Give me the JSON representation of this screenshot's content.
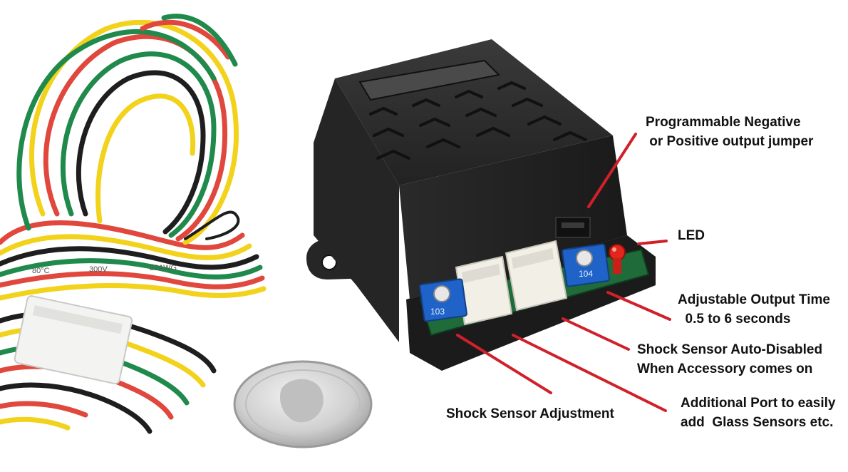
{
  "callouts": {
    "jumper": "Programmable Negative\n or Positive output jumper",
    "led": "LED",
    "output_time": "Adjustable Output Time\n  0.5 to 6 seconds",
    "shock_disabled": "Shock Sensor Auto-Disabled\nWhen Accessory comes on",
    "shock_adjust": "Shock Sensor Adjustment",
    "additional_port": "Additional Port to easily\nadd  Glass Sensors etc."
  },
  "wire_print": {
    "temp_rating": "80°C",
    "voltage_rating": "300V",
    "gauge": "22AWG"
  },
  "pot_labels": {
    "left_pot": "103",
    "right_pot": "104"
  },
  "colors": {
    "pointer": "#d0202a",
    "housing": "#2b2b2b",
    "pcb": "#1f6b3a",
    "pot": "#1f63c8",
    "wire_red": "#e0473d",
    "wire_yellow": "#f2d21b",
    "wire_green": "#1f8a4c",
    "wire_black": "#1e1e1e"
  }
}
